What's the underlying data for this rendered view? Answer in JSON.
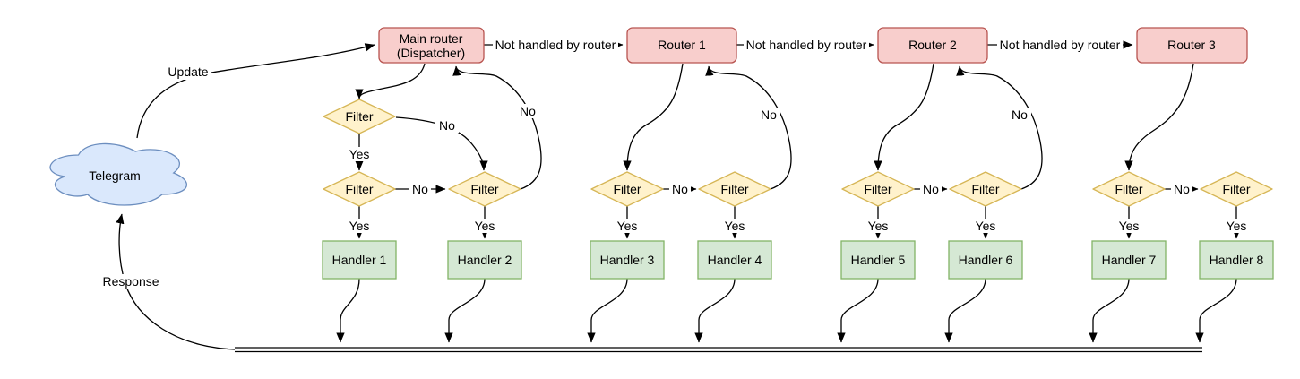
{
  "labels": {
    "telegram": "Telegram",
    "update": "Update",
    "response": "Response",
    "not_handled": "Not handled by router",
    "yes": "Yes",
    "no": "No",
    "filter": "Filter",
    "dispatcher_line1": "Main router",
    "dispatcher_line2": "(Dispatcher)",
    "router1": "Router 1",
    "router2": "Router 2",
    "router3": "Router 3",
    "handlers": [
      "Handler 1",
      "Handler 2",
      "Handler 3",
      "Handler 4",
      "Handler 5",
      "Handler 6",
      "Handler 7",
      "Handler 8"
    ]
  },
  "colors": {
    "cloud_fill": "#dae8fc",
    "cloud_stroke": "#6c8ebf",
    "router_fill": "#f8cecc",
    "router_stroke": "#b85450",
    "filter_fill": "#fff2cc",
    "filter_stroke": "#d6b656",
    "handler_fill": "#d5e8d4",
    "handler_stroke": "#82b366",
    "edge": "#000000",
    "background": "#ffffff"
  }
}
